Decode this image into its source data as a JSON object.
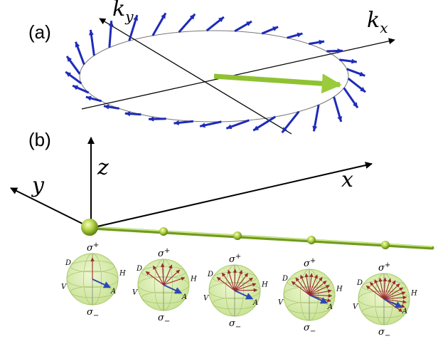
{
  "panel_a": {
    "label": "(a)",
    "axis_kx": "k",
    "axis_kx_sub": "x",
    "axis_ky": "k",
    "axis_ky_sub": "y"
  },
  "panel_b": {
    "label": "(b)",
    "axis_x": "x",
    "axis_y": "y",
    "axis_z": "z",
    "sphere_labels": {
      "sigma_plus": "σ",
      "sigma_plus_sub": "+",
      "sigma_minus": "σ",
      "sigma_minus_sub": "−",
      "D": "D",
      "H": "H",
      "V": "V",
      "A": "A"
    },
    "sphere_count": 5
  },
  "colors": {
    "spin_arrow": "#1e2bb8",
    "big_arrow": "#8fc232",
    "fiber": "#7fae27",
    "sphere_fill": "#d7ecab",
    "sphere_edge": "#a9c96a",
    "vector_red": "#9b2a2a",
    "vector_blue": "#2d47b5"
  }
}
